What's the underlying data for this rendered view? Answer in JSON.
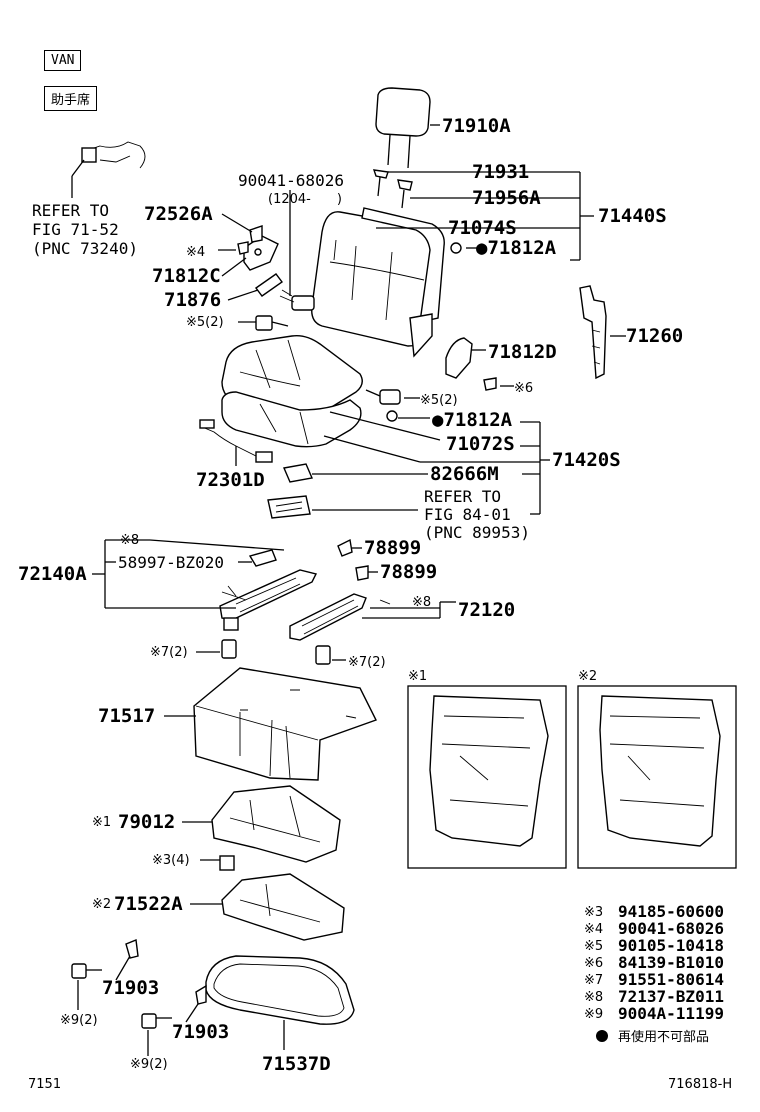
{
  "tags": {
    "van": "VAN",
    "seat": "助手席"
  },
  "refs": {
    "fig7152": [
      "REFER TO",
      "FIG 71-52",
      "(PNC 73240)"
    ],
    "fig8401": [
      "REFER TO",
      "FIG 84-01",
      "(PNC 89953)"
    ]
  },
  "labels": {
    "p71910A": "71910A",
    "p71931": "71931",
    "p71956A": "71956A",
    "p71074S": "71074S",
    "p71812A_top": "●71812A",
    "p71440S": "71440S",
    "p90041": "90041-68026",
    "p1204": "(1204-　　)",
    "p72526A": "72526A",
    "n4": "※4",
    "p71812C": "71812C",
    "p71876": "71876",
    "n5a": "※5(2)",
    "p71260": "71260",
    "p71812D": "71812D",
    "n6": "※6",
    "n5b": "※5(2)",
    "p71812A_mid": "●71812A",
    "p71072S": "71072S",
    "p71420S": "71420S",
    "p72301D": "72301D",
    "p82666M": "82666M",
    "n8a": "※8",
    "p58997": "58997-BZ020",
    "p72140A": "72140A",
    "p78899a": "78899",
    "p78899b": "78899",
    "n8b": "※8",
    "p72120": "72120",
    "n7a": "※7(2)",
    "n7b": "※7(2)",
    "p71517": "71517",
    "box1": "※1",
    "box2": "※2",
    "n1": "※1",
    "p79012": "79012",
    "n3": "※3(4)",
    "n2": "※2",
    "p71522A": "71522A",
    "p71903a": "71903",
    "n9a": "※9(2)",
    "p71903b": "71903",
    "n9b": "※9(2)",
    "p71537D": "71537D"
  },
  "legend": [
    {
      "mark": "※3",
      "part": "94185-60600"
    },
    {
      "mark": "※4",
      "part": "90041-68026"
    },
    {
      "mark": "※5",
      "part": "90105-10418"
    },
    {
      "mark": "※6",
      "part": "84139-B1010"
    },
    {
      "mark": "※7",
      "part": "91551-80614"
    },
    {
      "mark": "※8",
      "part": "72137-BZ011"
    },
    {
      "mark": "※9",
      "part": "9004A-11199"
    }
  ],
  "legend_note": "再使用不可部品",
  "footer": {
    "left": "7151",
    "right": "716818-H"
  }
}
